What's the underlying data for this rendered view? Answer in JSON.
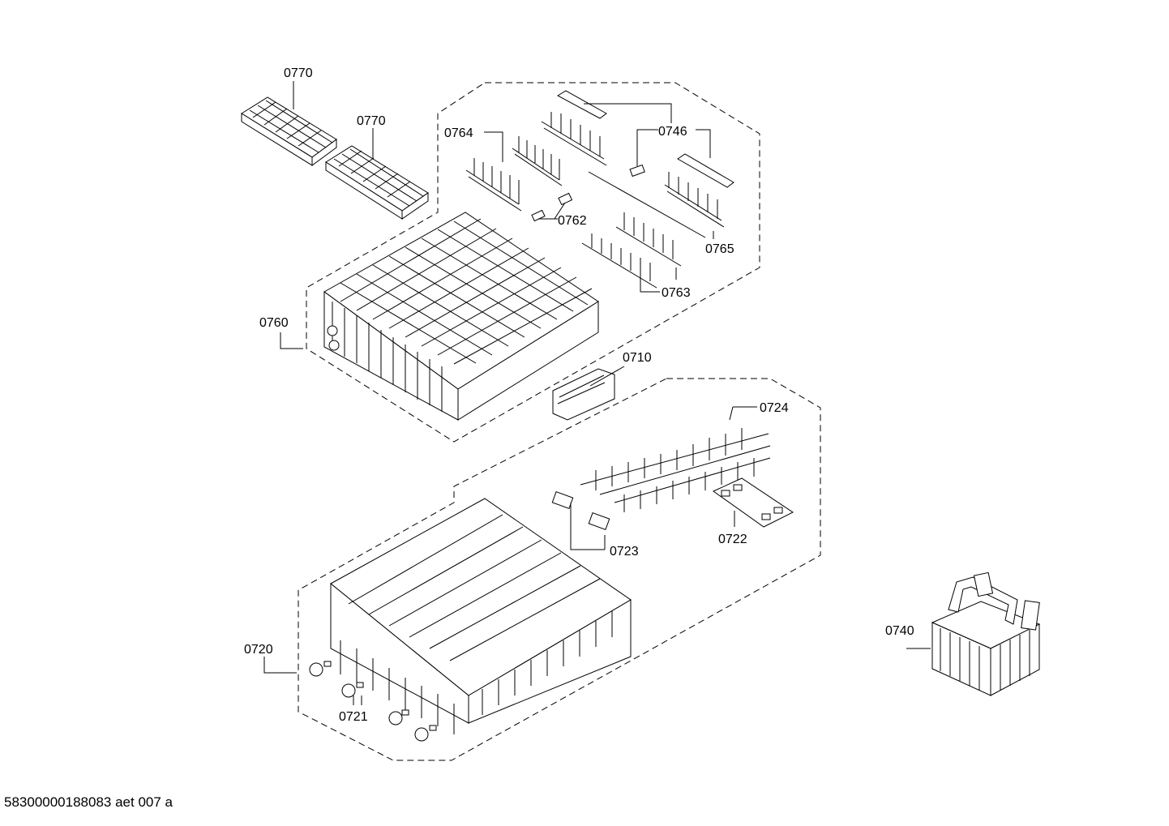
{
  "diagram": {
    "drawing_number": "58300000188083 aet 007 a",
    "callouts": {
      "p0770a": "0770",
      "p0770b": "0770",
      "p0764": "0764",
      "p0746": "0746",
      "p0762": "0762",
      "p0765": "0765",
      "p0763": "0763",
      "p0760": "0760",
      "p0710": "0710",
      "p0724": "0724",
      "p0723": "0723",
      "p0722": "0722",
      "p0720": "0720",
      "p0721": "0721",
      "p0740": "0740"
    }
  }
}
